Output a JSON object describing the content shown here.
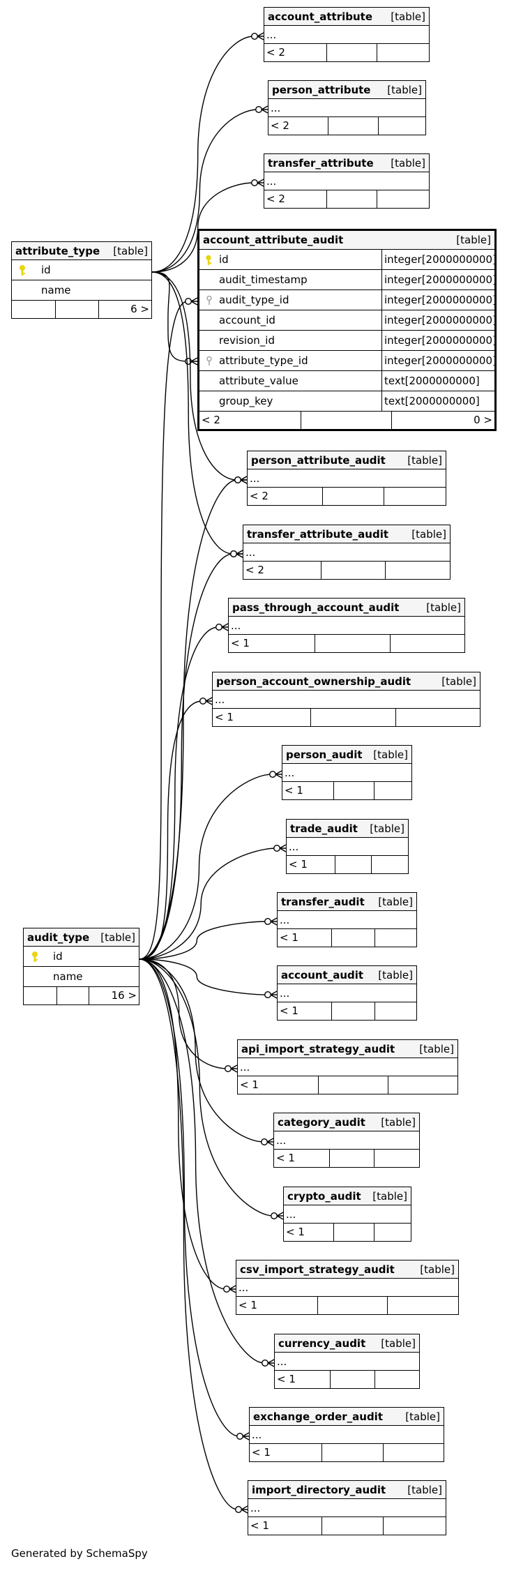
{
  "colors": {
    "primary_key": "#e8d510",
    "foreign_key": "#9a9a9a",
    "header_bg": "#f5f5f5"
  },
  "tables": {
    "account_attribute": {
      "name": "account_attribute",
      "type": "[table]",
      "ellipsis": "...",
      "foot_left": "< 2"
    },
    "person_attribute": {
      "name": "person_attribute",
      "type": "[table]",
      "ellipsis": "...",
      "foot_left": "< 2"
    },
    "transfer_attribute": {
      "name": "transfer_attribute",
      "type": "[table]",
      "ellipsis": "...",
      "foot_left": "< 2"
    },
    "attribute_type": {
      "name": "attribute_type",
      "type": "[table]",
      "col_id": "id",
      "col_name": "name",
      "foot_right": "6 >"
    },
    "account_attribute_audit": {
      "name": "account_attribute_audit",
      "type": "[table]",
      "foot_left": "< 2",
      "foot_right": "0 >",
      "columns": [
        {
          "name": "id",
          "type": "integer[2000000000]"
        },
        {
          "name": "audit_timestamp",
          "type": "integer[2000000000]"
        },
        {
          "name": "audit_type_id",
          "type": "integer[2000000000]"
        },
        {
          "name": "account_id",
          "type": "integer[2000000000]"
        },
        {
          "name": "revision_id",
          "type": "integer[2000000000]"
        },
        {
          "name": "attribute_type_id",
          "type": "integer[2000000000]"
        },
        {
          "name": "attribute_value",
          "type": "text[2000000000]"
        },
        {
          "name": "group_key",
          "type": "text[2000000000]"
        }
      ]
    },
    "person_attribute_audit": {
      "name": "person_attribute_audit",
      "type": "[table]",
      "ellipsis": "...",
      "foot_left": "< 2"
    },
    "transfer_attribute_audit": {
      "name": "transfer_attribute_audit",
      "type": "[table]",
      "ellipsis": "...",
      "foot_left": "< 2"
    },
    "pass_through_account_audit": {
      "name": "pass_through_account_audit",
      "type": "[table]",
      "ellipsis": "...",
      "foot_left": "< 1"
    },
    "person_account_ownership_audit": {
      "name": "person_account_ownership_audit",
      "type": "[table]",
      "ellipsis": "...",
      "foot_left": "< 1"
    },
    "person_audit": {
      "name": "person_audit",
      "type": "[table]",
      "ellipsis": "...",
      "foot_left": "< 1"
    },
    "trade_audit": {
      "name": "trade_audit",
      "type": "[table]",
      "ellipsis": "...",
      "foot_left": "< 1"
    },
    "transfer_audit": {
      "name": "transfer_audit",
      "type": "[table]",
      "ellipsis": "...",
      "foot_left": "< 1"
    },
    "account_audit": {
      "name": "account_audit",
      "type": "[table]",
      "ellipsis": "...",
      "foot_left": "< 1"
    },
    "audit_type": {
      "name": "audit_type",
      "type": "[table]",
      "col_id": "id",
      "col_name": "name",
      "foot_right": "16 >"
    },
    "api_import_strategy_audit": {
      "name": "api_import_strategy_audit",
      "type": "[table]",
      "ellipsis": "...",
      "foot_left": "< 1"
    },
    "category_audit": {
      "name": "category_audit",
      "type": "[table]",
      "ellipsis": "...",
      "foot_left": "< 1"
    },
    "crypto_audit": {
      "name": "crypto_audit",
      "type": "[table]",
      "ellipsis": "...",
      "foot_left": "< 1"
    },
    "csv_import_strategy_audit": {
      "name": "csv_import_strategy_audit",
      "type": "[table]",
      "ellipsis": "...",
      "foot_left": "< 1"
    },
    "currency_audit": {
      "name": "currency_audit",
      "type": "[table]",
      "ellipsis": "...",
      "foot_left": "< 1"
    },
    "exchange_order_audit": {
      "name": "exchange_order_audit",
      "type": "[table]",
      "ellipsis": "...",
      "foot_left": "< 1"
    },
    "import_directory_audit": {
      "name": "import_directory_audit",
      "type": "[table]",
      "ellipsis": "...",
      "foot_left": "< 1"
    }
  },
  "footer": "Generated by SchemaSpy"
}
